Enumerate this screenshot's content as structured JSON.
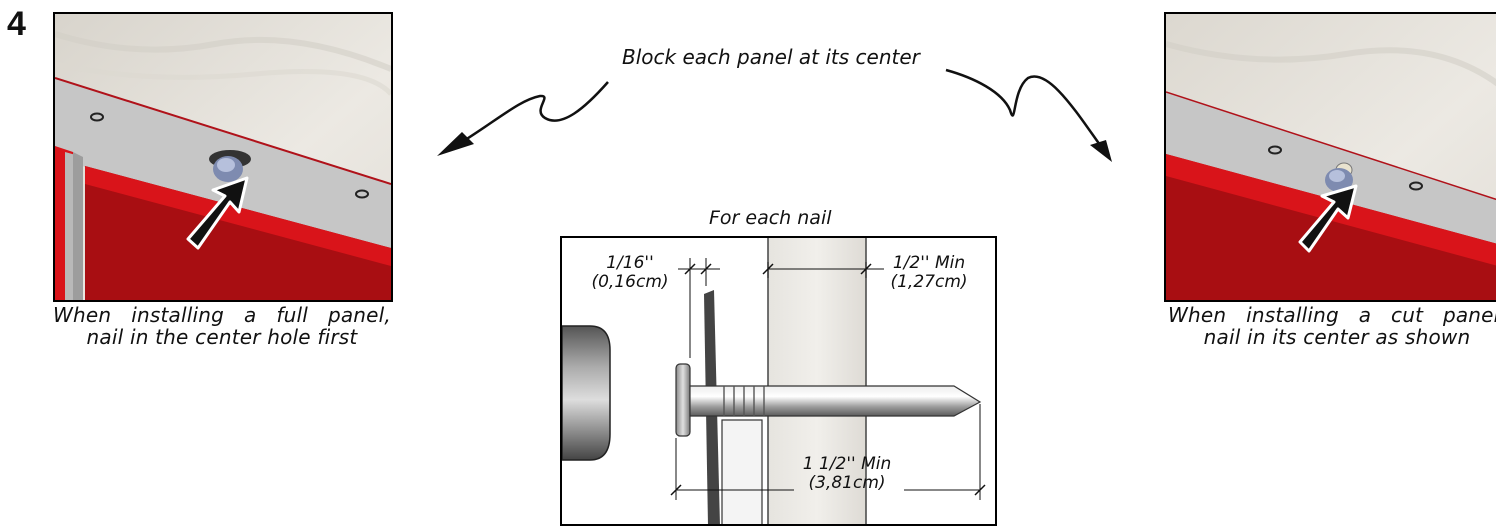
{
  "step": {
    "number": "4"
  },
  "callout": {
    "text": "Block each panel at its center"
  },
  "left_panel": {
    "caption_line1": "When installing a full panel,",
    "caption_line2": "nail in the center hole first"
  },
  "right_panel": {
    "caption_line1": "When installing a cut panel,",
    "caption_line2": "nail in its center as shown"
  },
  "nail_detail": {
    "title": "For each nail",
    "dim_head_inch": "1/16''",
    "dim_head_cm": "(0,16cm)",
    "dim_pen_inch": "1/2'' Min",
    "dim_pen_cm": "(1,27cm)",
    "dim_len_inch": "1 1/2'' Min",
    "dim_len_cm": "(3,81cm)"
  },
  "colors": {
    "panel_red": "#d9141a",
    "panel_dark_red": "#a90e12",
    "rail_gray": "#c9c9c9",
    "arrow_black": "#111111"
  }
}
